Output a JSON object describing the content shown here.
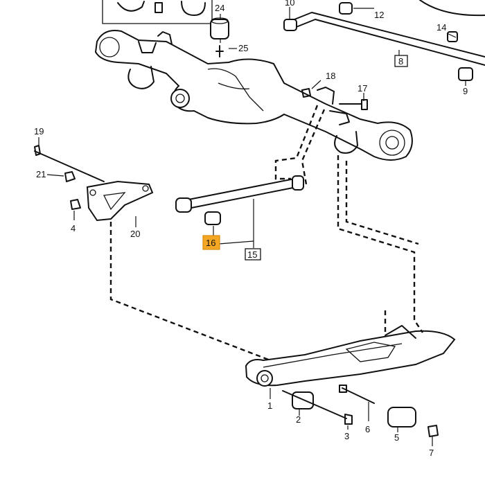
{
  "highlight_color": "#f5a623",
  "callouts": {
    "c1": "1",
    "c2": "2",
    "c3": "3",
    "c4": "4",
    "c5": "5",
    "c6": "6",
    "c7": "7",
    "c8": "8",
    "c9": "9",
    "c10": "10",
    "c12": "12",
    "c14": "14",
    "c15": "15",
    "c16": "16",
    "c17": "17",
    "c18": "18",
    "c19": "19",
    "c20": "20",
    "c21": "21",
    "c24": "24",
    "c25": "25"
  }
}
